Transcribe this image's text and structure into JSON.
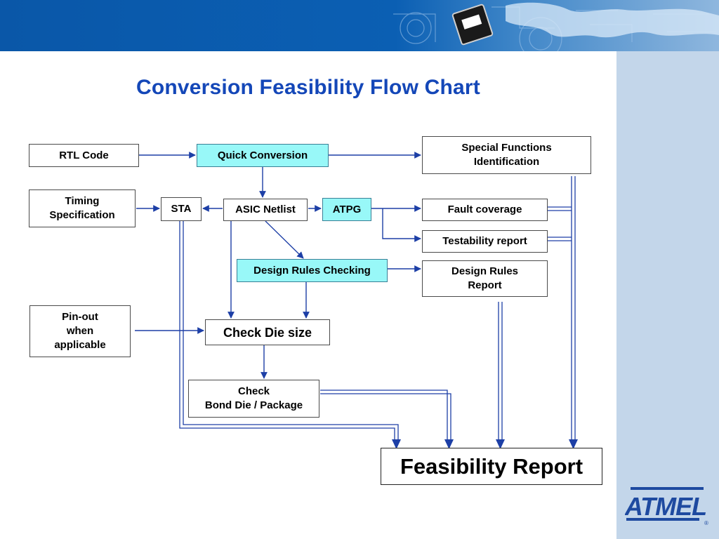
{
  "slide": {
    "title": "Conversion Feasibility Flow Chart",
    "colors": {
      "title": "#1447b8",
      "banner": "#0b5fb3",
      "sidebar": "#c3d6ea",
      "highlight_box": "#98f8f8",
      "arrow": "#1d3fa6"
    }
  },
  "logo": {
    "text": "ATMEL",
    "mark": "®"
  },
  "nodes": {
    "rtl_code": "RTL Code",
    "quick_conversion": "Quick Conversion",
    "special_functions_line1": "Special Functions",
    "special_functions_line2": "Identification",
    "timing_spec_line1": "Timing",
    "timing_spec_line2": "Specification",
    "sta": "STA",
    "asic_netlist": "ASIC Netlist",
    "atpg": "ATPG",
    "fault_coverage": "Fault coverage",
    "testability_report": "Testability report",
    "design_rules_checking": "Design Rules Checking",
    "design_rules_report_line1": "Design Rules",
    "design_rules_report_line2": "Report",
    "pinout_line1": "Pin-out",
    "pinout_line2": "when",
    "pinout_line3": "applicable",
    "check_die_size": "Check Die size",
    "check_bond_line1": "Check",
    "check_bond_line2": "Bond Die / Package",
    "feasibility_report": "Feasibility Report"
  },
  "edges": [
    [
      "rtl_code",
      "quick_conversion"
    ],
    [
      "quick_conversion",
      "special_functions"
    ],
    [
      "quick_conversion",
      "asic_netlist"
    ],
    [
      "timing_spec",
      "sta"
    ],
    [
      "asic_netlist",
      "sta"
    ],
    [
      "asic_netlist",
      "atpg"
    ],
    [
      "atpg",
      "fault_coverage"
    ],
    [
      "atpg",
      "testability_report"
    ],
    [
      "asic_netlist",
      "design_rules_checking"
    ],
    [
      "asic_netlist",
      "check_die_size"
    ],
    [
      "design_rules_checking",
      "design_rules_report"
    ],
    [
      "design_rules_checking",
      "check_die_size"
    ],
    [
      "pinout",
      "check_die_size"
    ],
    [
      "check_die_size",
      "check_bond"
    ],
    [
      "sta",
      "feasibility_report"
    ],
    [
      "check_bond",
      "feasibility_report"
    ],
    [
      "design_rules_report",
      "feasibility_report"
    ],
    [
      "special_functions",
      "feasibility_report"
    ],
    [
      "fault_coverage",
      "feasibility_report"
    ],
    [
      "testability_report",
      "feasibility_report"
    ]
  ]
}
